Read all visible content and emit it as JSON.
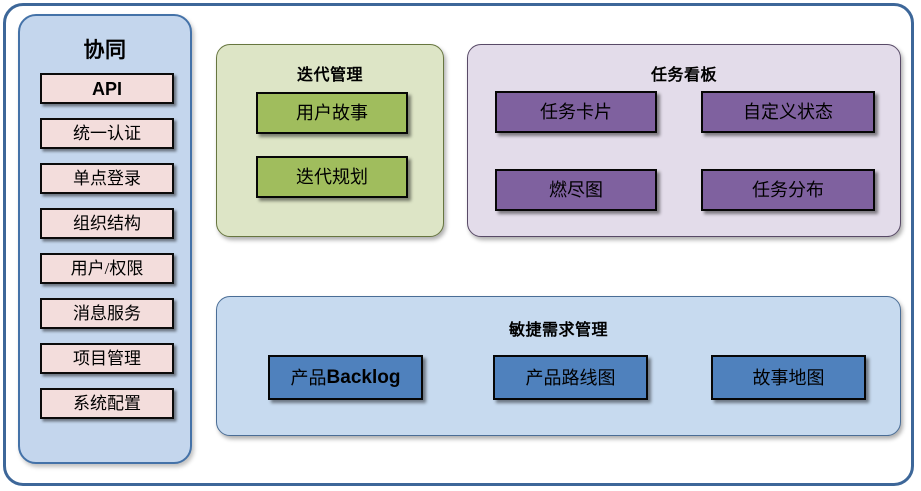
{
  "diagram": {
    "sidebar": {
      "title": "协同",
      "items": [
        {
          "label": "API",
          "style": "bold"
        },
        {
          "label": "统一认证",
          "style": "normal"
        },
        {
          "label": "单点登录",
          "style": "normal"
        },
        {
          "label": "组织结构",
          "style": "normal"
        },
        {
          "label": "用户/权限",
          "style": "normal"
        },
        {
          "label": "消息服务",
          "style": "normal"
        },
        {
          "label": "项目管理",
          "style": "normal"
        },
        {
          "label": "系统配置",
          "style": "normal"
        }
      ]
    },
    "panels": [
      {
        "key": "iteration",
        "title": "迭代管理",
        "panel_color": "#dde5c6",
        "box_color": "#a0bd5d",
        "boxes": [
          {
            "label": "用户故事"
          },
          {
            "label": "迭代规划"
          }
        ]
      },
      {
        "key": "taskboard",
        "title": "任务看板",
        "panel_color": "#e3dcea",
        "box_color": "#7f619f",
        "boxes": [
          {
            "label": "任务卡片"
          },
          {
            "label": "自定义状态"
          },
          {
            "label": "燃尽图"
          },
          {
            "label": "任务分布"
          }
        ]
      },
      {
        "key": "agile",
        "title": "敏捷需求管理",
        "panel_color": "#c7daef",
        "box_color": "#4f81bd",
        "boxes": [
          {
            "label_cjk": "产品",
            "label_latin": "Backlog"
          },
          {
            "label": "产品路线图"
          },
          {
            "label": "故事地图"
          }
        ]
      }
    ],
    "colors": {
      "frame_border": "#3d6799",
      "sidebar_fill": "#c4d6ed",
      "sidebar_border": "#4472a8",
      "sidebar_item_fill": "#f3dddc",
      "box_border": "#060606",
      "background": "#ffffff"
    }
  }
}
